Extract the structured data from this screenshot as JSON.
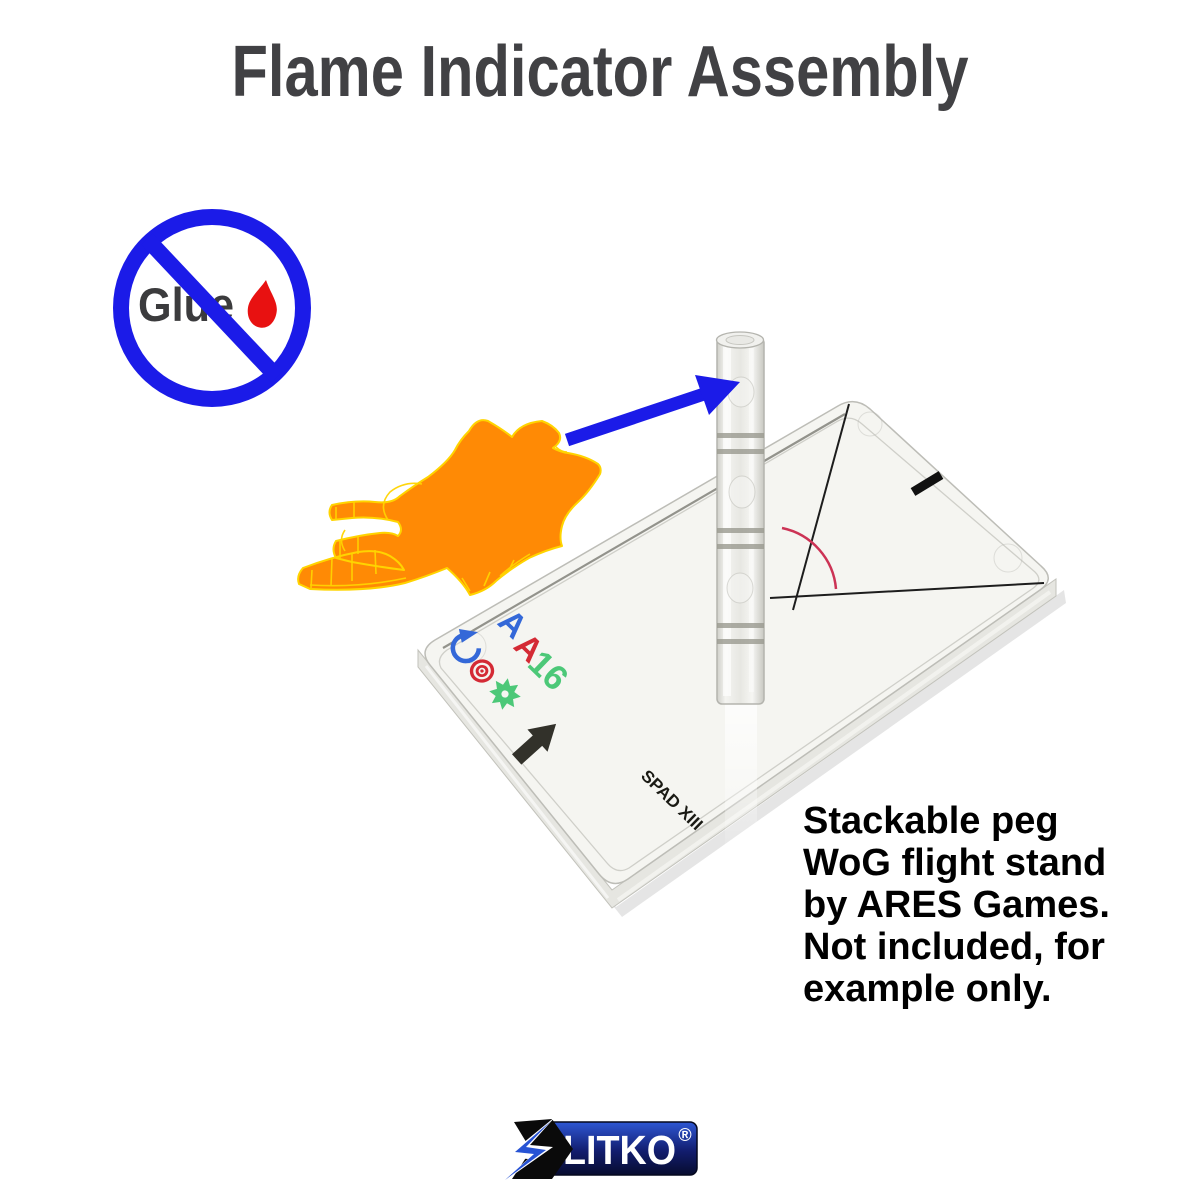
{
  "title": "Flame Indicator Assembly",
  "no_glue_sign": {
    "label": "Glue",
    "icon": "prohibition-circle-icon",
    "drop_icon": "glue-drop-icon",
    "circle_color": "#1b1be8",
    "drop_color": "#e81111"
  },
  "flame_token": {
    "name": "flame-indicator-token",
    "fill_color": "#ff8a05",
    "outline_color": "#ffd400"
  },
  "assembly_arrow": {
    "color": "#1b1be8"
  },
  "flight_stand": {
    "aircraft_label": "SPAD XIII",
    "console": {
      "letter_blue": "A",
      "letter_red": "A",
      "number_green": "16",
      "icon_colors": {
        "blue": "#3468d8",
        "red": "#d42a35",
        "green": "#4cc878"
      }
    },
    "firing_arc_color": "#cc3355"
  },
  "note": {
    "lines": [
      "Stackable peg",
      "WoG flight stand",
      "by ARES Games.",
      "Not included, for",
      "example only."
    ]
  },
  "logo": {
    "brand": "LITKO",
    "registered_mark": "®",
    "gradient_top": "#2e57d4",
    "gradient_bottom": "#070c2e"
  },
  "colors": {
    "title_text": "#414144",
    "body_text": "#000000",
    "base_plate": "#f5f5f1"
  }
}
